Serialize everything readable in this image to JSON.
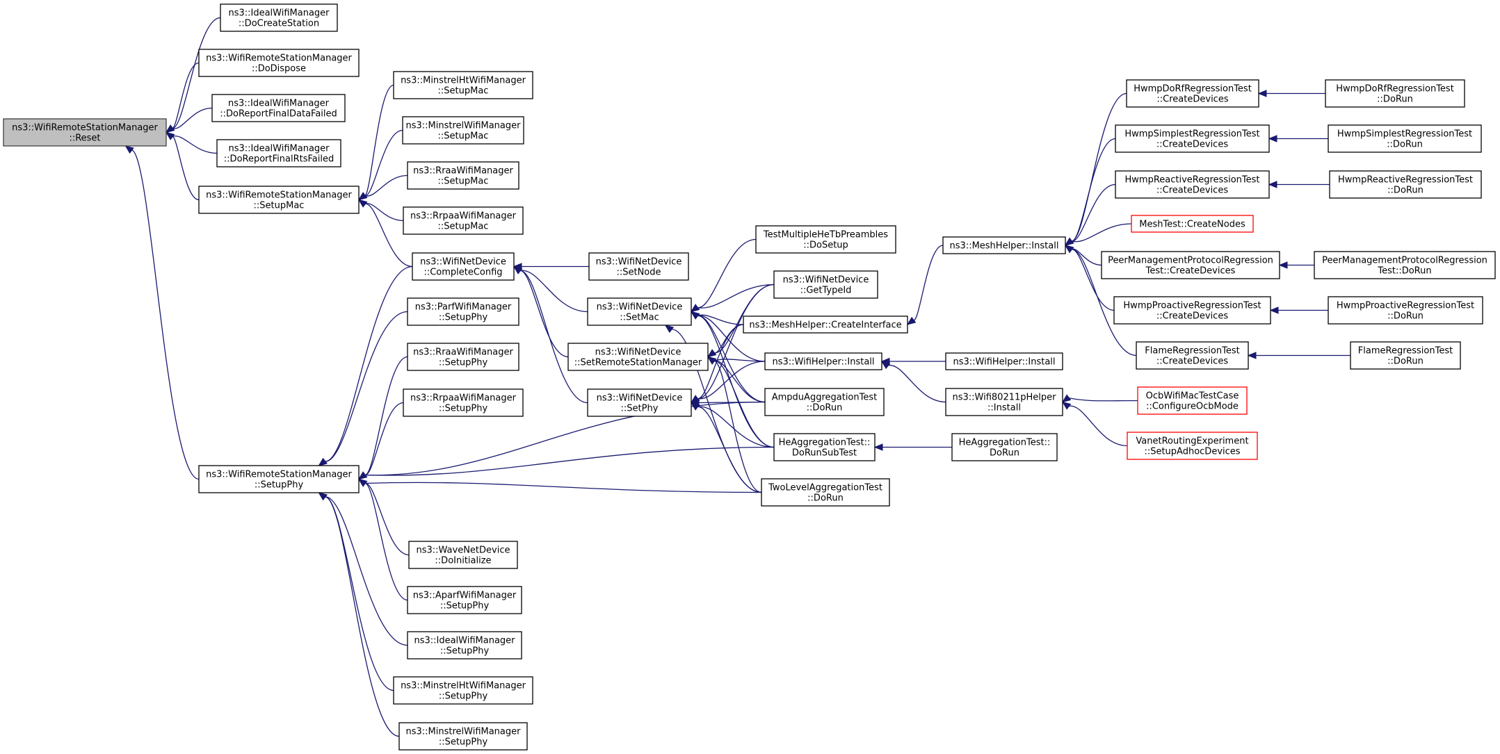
{
  "graph": {
    "nodes": [
      {
        "id": "reset",
        "lines": [
          "ns3::WifiRemoteStationManager",
          "::Reset"
        ],
        "root": true
      },
      {
        "id": "docreatestation",
        "lines": [
          "ns3::IdealWifiManager",
          "::DoCreateStation"
        ]
      },
      {
        "id": "dodispose",
        "lines": [
          "ns3::WifiRemoteStationManager",
          "::DoDispose"
        ]
      },
      {
        "id": "doreportfinaldatafailed",
        "lines": [
          "ns3::IdealWifiManager",
          "::DoReportFinalDataFailed"
        ]
      },
      {
        "id": "doreportfinalrtsfailed",
        "lines": [
          "ns3::IdealWifiManager",
          "::DoReportFinalRtsFailed"
        ]
      },
      {
        "id": "setupmac",
        "lines": [
          "ns3::WifiRemoteStationManager",
          "::SetupMac"
        ]
      },
      {
        "id": "minstrelht_setupmac",
        "lines": [
          "ns3::MinstrelHtWifiManager",
          "::SetupMac"
        ]
      },
      {
        "id": "minstrel_setupmac",
        "lines": [
          "ns3::MinstrelWifiManager",
          "::SetupMac"
        ]
      },
      {
        "id": "rraa_setupmac",
        "lines": [
          "ns3::RraaWifiManager",
          "::SetupMac"
        ]
      },
      {
        "id": "rrpaa_setupmac",
        "lines": [
          "ns3::RrpaaWifiManager",
          "::SetupMac"
        ]
      },
      {
        "id": "completeconfig",
        "lines": [
          "ns3::WifiNetDevice",
          "::CompleteConfig"
        ]
      },
      {
        "id": "parf_setupphy",
        "lines": [
          "ns3::ParfWifiManager",
          "::SetupPhy"
        ]
      },
      {
        "id": "rraa_setupphy",
        "lines": [
          "ns3::RraaWifiManager",
          "::SetupPhy"
        ]
      },
      {
        "id": "rrpaa_setupphy",
        "lines": [
          "ns3::RrpaaWifiManager",
          "::SetupPhy"
        ]
      },
      {
        "id": "setupphy",
        "lines": [
          "ns3::WifiRemoteStationManager",
          "::SetupPhy"
        ]
      },
      {
        "id": "wave_doinitialize",
        "lines": [
          "ns3::WaveNetDevice",
          "::DoInitialize"
        ]
      },
      {
        "id": "aparf_setupphy",
        "lines": [
          "ns3::AparfWifiManager",
          "::SetupPhy"
        ]
      },
      {
        "id": "ideal_setupphy",
        "lines": [
          "ns3::IdealWifiManager",
          "::SetupPhy"
        ]
      },
      {
        "id": "minstrelht_setupphy",
        "lines": [
          "ns3::MinstrelHtWifiManager",
          "::SetupPhy"
        ]
      },
      {
        "id": "minstrel_setupphy",
        "lines": [
          "ns3::MinstrelWifiManager",
          "::SetupPhy"
        ]
      },
      {
        "id": "setnode",
        "lines": [
          "ns3::WifiNetDevice",
          "::SetNode"
        ]
      },
      {
        "id": "setmac",
        "lines": [
          "ns3::WifiNetDevice",
          "::SetMac"
        ]
      },
      {
        "id": "setremotestationmanager",
        "lines": [
          "ns3::WifiNetDevice",
          "::SetRemoteStationManager"
        ]
      },
      {
        "id": "setphy",
        "lines": [
          "ns3::WifiNetDevice",
          "::SetPhy"
        ]
      },
      {
        "id": "testmultiple_dosetup",
        "lines": [
          "TestMultipleHeTbPreambles",
          "::DoSetup"
        ]
      },
      {
        "id": "gettypeid",
        "lines": [
          "ns3::WifiNetDevice",
          "::GetTypeId"
        ]
      },
      {
        "id": "meshhelper_createinterface",
        "lines": [
          "ns3::MeshHelper::CreateInterface"
        ]
      },
      {
        "id": "wifihelper_install",
        "lines": [
          "ns3::WifiHelper::Install"
        ]
      },
      {
        "id": "ampdu_dorun",
        "lines": [
          "AmpduAggregationTest",
          "::DoRun"
        ]
      },
      {
        "id": "heagg_dorunsubtest",
        "lines": [
          "HeAggregationTest::",
          "DoRunSubTest"
        ]
      },
      {
        "id": "twolevel_dorun",
        "lines": [
          "TwoLevelAggregationTest",
          "::DoRun"
        ]
      },
      {
        "id": "wifihelper_install2",
        "lines": [
          "ns3::WifiHelper::Install"
        ]
      },
      {
        "id": "wifi80211p_install",
        "lines": [
          "ns3::Wifi80211pHelper",
          "::Install"
        ]
      },
      {
        "id": "heagg_dorun",
        "lines": [
          "HeAggregationTest::",
          "DoRun"
        ]
      },
      {
        "id": "meshhelper_install",
        "lines": [
          "ns3::MeshHelper::Install"
        ]
      },
      {
        "id": "hwmpdorf_createdevices",
        "lines": [
          "HwmpDoRfRegressionTest",
          "::CreateDevices"
        ]
      },
      {
        "id": "hwmpsimplest_createdevices",
        "lines": [
          "HwmpSimplestRegressionTest",
          "::CreateDevices"
        ]
      },
      {
        "id": "hwmpreactive_createdevices",
        "lines": [
          "HwmpReactiveRegressionTest",
          "::CreateDevices"
        ]
      },
      {
        "id": "meshtest_createnodes",
        "lines": [
          "MeshTest::CreateNodes"
        ],
        "red": true
      },
      {
        "id": "peermgmt_createdevices",
        "lines": [
          "PeerManagementProtocolRegression",
          "Test::CreateDevices"
        ]
      },
      {
        "id": "hwmpproactive_createdevices",
        "lines": [
          "HwmpProactiveRegressionTest",
          "::CreateDevices"
        ]
      },
      {
        "id": "flame_createdevices",
        "lines": [
          "FlameRegressionTest",
          "::CreateDevices"
        ]
      },
      {
        "id": "ocb_configureocbmode",
        "lines": [
          "OcbWifiMacTestCase",
          "::ConfigureOcbMode"
        ],
        "red": true
      },
      {
        "id": "vanet_setupadhocdevices",
        "lines": [
          "VanetRoutingExperiment",
          "::SetupAdhocDevices"
        ],
        "red": true
      },
      {
        "id": "hwmpdorf_dorun",
        "lines": [
          "HwmpDoRfRegressionTest",
          "::DoRun"
        ]
      },
      {
        "id": "hwmpsimplest_dorun",
        "lines": [
          "HwmpSimplestRegressionTest",
          "::DoRun"
        ]
      },
      {
        "id": "hwmpreactive_dorun",
        "lines": [
          "HwmpReactiveRegressionTest",
          "::DoRun"
        ]
      },
      {
        "id": "peermgmt_dorun",
        "lines": [
          "PeerManagementProtocolRegression",
          "Test::DoRun"
        ]
      },
      {
        "id": "hwmpproactive_dorun",
        "lines": [
          "HwmpProactiveRegressionTest",
          "::DoRun"
        ]
      },
      {
        "id": "flame_dorun",
        "lines": [
          "FlameRegressionTest",
          "::DoRun"
        ]
      }
    ],
    "edges": [
      [
        "docreatestation",
        "reset"
      ],
      [
        "dodispose",
        "reset"
      ],
      [
        "doreportfinaldatafailed",
        "reset"
      ],
      [
        "doreportfinalrtsfailed",
        "reset"
      ],
      [
        "setupmac",
        "reset"
      ],
      [
        "setupphy",
        "reset"
      ],
      [
        "minstrelht_setupmac",
        "setupmac"
      ],
      [
        "minstrel_setupmac",
        "setupmac"
      ],
      [
        "rraa_setupmac",
        "setupmac"
      ],
      [
        "rrpaa_setupmac",
        "setupmac"
      ],
      [
        "completeconfig",
        "setupmac"
      ],
      [
        "completeconfig",
        "setupphy"
      ],
      [
        "parf_setupphy",
        "setupphy"
      ],
      [
        "rraa_setupphy",
        "setupphy"
      ],
      [
        "rrpaa_setupphy",
        "setupphy"
      ],
      [
        "ampdu_dorun",
        "setupphy"
      ],
      [
        "heagg_dorunsubtest",
        "setupphy"
      ],
      [
        "twolevel_dorun",
        "setupphy"
      ],
      [
        "wave_doinitialize",
        "setupphy"
      ],
      [
        "aparf_setupphy",
        "setupphy"
      ],
      [
        "ideal_setupphy",
        "setupphy"
      ],
      [
        "minstrelht_setupphy",
        "setupphy"
      ],
      [
        "minstrel_setupphy",
        "setupphy"
      ],
      [
        "setnode",
        "completeconfig"
      ],
      [
        "setmac",
        "completeconfig"
      ],
      [
        "setremotestationmanager",
        "completeconfig"
      ],
      [
        "setphy",
        "completeconfig"
      ],
      [
        "testmultiple_dosetup",
        "setmac"
      ],
      [
        "gettypeid",
        "setmac"
      ],
      [
        "meshhelper_createinterface",
        "setmac"
      ],
      [
        "wifihelper_install",
        "setmac"
      ],
      [
        "ampdu_dorun",
        "setmac"
      ],
      [
        "heagg_dorunsubtest",
        "setmac"
      ],
      [
        "twolevel_dorun",
        "setmac"
      ],
      [
        "gettypeid",
        "setremotestationmanager"
      ],
      [
        "meshhelper_createinterface",
        "setremotestationmanager"
      ],
      [
        "wifihelper_install",
        "setremotestationmanager"
      ],
      [
        "ampdu_dorun",
        "setremotestationmanager"
      ],
      [
        "heagg_dorunsubtest",
        "setremotestationmanager"
      ],
      [
        "twolevel_dorun",
        "setremotestationmanager"
      ],
      [
        "gettypeid",
        "setphy"
      ],
      [
        "meshhelper_createinterface",
        "setphy"
      ],
      [
        "wifihelper_install",
        "setphy"
      ],
      [
        "ampdu_dorun",
        "setphy"
      ],
      [
        "heagg_dorunsubtest",
        "setphy"
      ],
      [
        "twolevel_dorun",
        "setphy"
      ],
      [
        "meshhelper_install",
        "meshhelper_createinterface"
      ],
      [
        "wifihelper_install2",
        "wifihelper_install"
      ],
      [
        "wifi80211p_install",
        "wifihelper_install"
      ],
      [
        "heagg_dorun",
        "heagg_dorunsubtest"
      ],
      [
        "hwmpdorf_createdevices",
        "meshhelper_install"
      ],
      [
        "hwmpsimplest_createdevices",
        "meshhelper_install"
      ],
      [
        "hwmpreactive_createdevices",
        "meshhelper_install"
      ],
      [
        "meshtest_createnodes",
        "meshhelper_install"
      ],
      [
        "peermgmt_createdevices",
        "meshhelper_install"
      ],
      [
        "hwmpproactive_createdevices",
        "meshhelper_install"
      ],
      [
        "flame_createdevices",
        "meshhelper_install"
      ],
      [
        "ocb_configureocbmode",
        "wifi80211p_install"
      ],
      [
        "vanet_setupadhocdevices",
        "wifi80211p_install"
      ],
      [
        "hwmpdorf_dorun",
        "hwmpdorf_createdevices"
      ],
      [
        "hwmpsimplest_dorun",
        "hwmpsimplest_createdevices"
      ],
      [
        "hwmpreactive_dorun",
        "hwmpreactive_createdevices"
      ],
      [
        "peermgmt_dorun",
        "peermgmt_createdevices"
      ],
      [
        "hwmpproactive_dorun",
        "hwmpproactive_createdevices"
      ],
      [
        "flame_dorun",
        "flame_createdevices"
      ]
    ],
    "colors": {
      "edge": "#191970",
      "root_fill": "#bfbfbf",
      "node_fill": "#ffffff",
      "node_border": "#000000",
      "highlight_border": "#ff0000"
    }
  }
}
